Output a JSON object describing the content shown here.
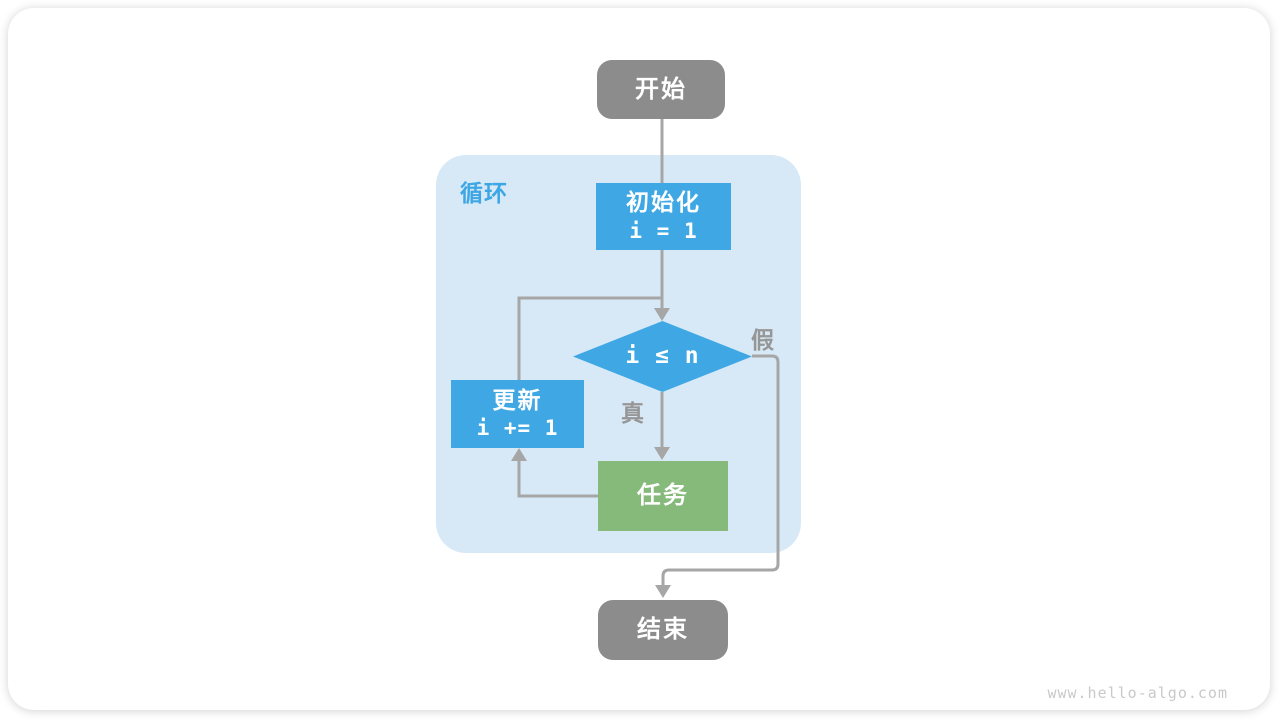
{
  "page": {
    "watermark": "www.hello-algo.com"
  },
  "flowchart": {
    "loop_label": "循环",
    "nodes": {
      "start": {
        "label": "开始",
        "type": "terminal"
      },
      "init": {
        "label": "初始化",
        "code": "i = 1",
        "type": "process"
      },
      "condition": {
        "code": "i ≤ n",
        "type": "decision"
      },
      "update": {
        "label": "更新",
        "code": "i += 1",
        "type": "process"
      },
      "task": {
        "label": "任务",
        "type": "process"
      },
      "end": {
        "label": "结束",
        "type": "terminal"
      }
    },
    "edge_labels": {
      "true": "真",
      "false": "假"
    },
    "colors": {
      "terminal": "#8C8C8C",
      "process": "#3FA8E4",
      "task": "#86BA7B",
      "loop_background": "#D7E9F7",
      "loop_label_text": "#3DA6E4",
      "connector": "#A6A6A6",
      "edge_label_text": "#969696",
      "watermark_text": "#C9C9C9"
    }
  }
}
